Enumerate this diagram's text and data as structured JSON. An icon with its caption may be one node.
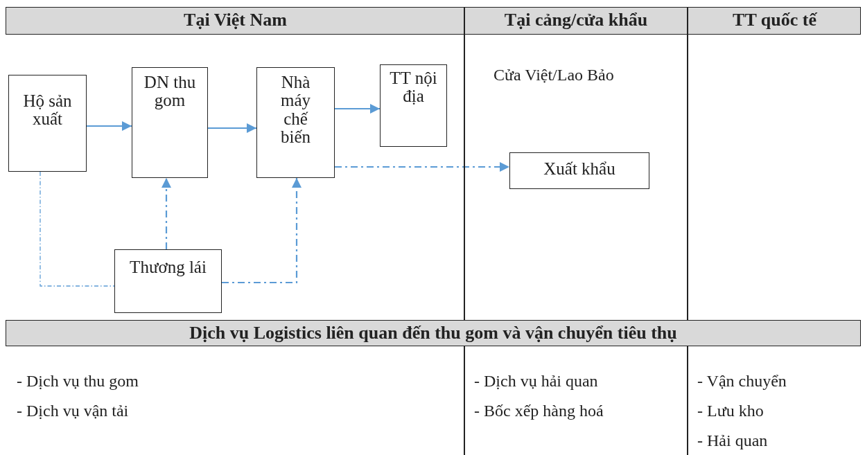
{
  "diagram": {
    "nodes": [
      {
        "text": [
          "Hộ sản xuất"
        ]
      },
      {
        "text": [
          "DN thu gom"
        ]
      },
      {
        "text": [
          "Nhà máy chế biến"
        ]
      },
      {
        "text": [
          "TT nội địa"
        ]
      },
      {
        "text": [
          "Xuất khẩu"
        ]
      },
      {
        "text": [
          "Thương lái"
        ]
      }
    ],
    "edges": [
      {
        "from": 0,
        "to": 1,
        "arrow": "to"
      },
      {
        "from": 1,
        "to": 2,
        "arrow": "to"
      },
      {
        "from": 2,
        "to": 3,
        "arrow": "to"
      },
      {
        "from": 2,
        "to": 4,
        "arrow": "to",
        "style": "dashed"
      },
      {
        "from": 0,
        "to": 5,
        "arrow": "none",
        "style": "dashed"
      },
      {
        "from": 5,
        "to": 1,
        "arrow": "to",
        "style": "dashed"
      },
      {
        "from": 5,
        "to": 2,
        "arrow": "to",
        "style": "dashed"
      }
    ],
    "labels": [
      "Tại Việt Nam",
      "Tại cảng/cửa khẩu",
      "TT quốc tế",
      "Cửa Việt/Lao Bảo",
      "Dịch vụ Logistics liên quan đến thu gom và vận chuyển tiêu thụ",
      "- Dịch vụ thu gom",
      "- Dịch vụ hải quan",
      "- Vận chuyển",
      "- Dịch vụ vận tải",
      "- Bốc xếp hàng hoá",
      "- Lưu kho",
      "- Hải quan"
    ]
  }
}
